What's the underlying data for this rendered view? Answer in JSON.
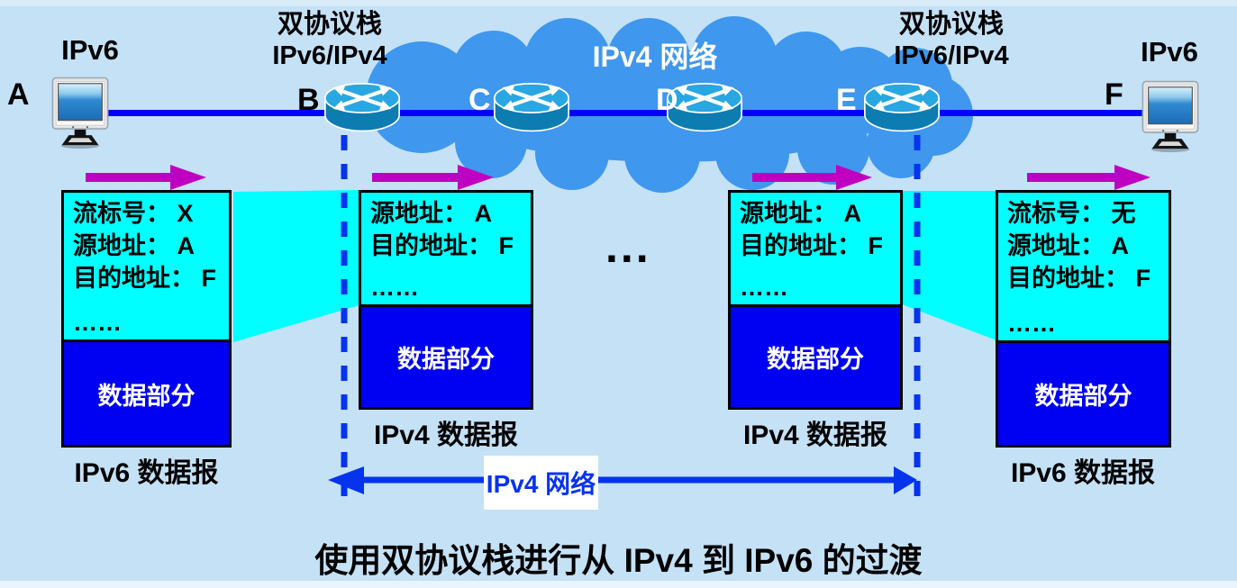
{
  "caption": {
    "text": "使用双协议栈进行从 IPv4 到 IPv6 的过渡"
  },
  "cloud": {
    "label": "IPv4 网络"
  },
  "bottom_span": {
    "label": "IPv4 网络"
  },
  "transit": {
    "ellipsis": "..."
  },
  "nodes": {
    "host_a": {
      "letter": "A",
      "protocol_label": "IPv6"
    },
    "router_b": {
      "letter": "B",
      "label1": "双协议栈",
      "label2": "IPv6/IPv4"
    },
    "router_c": {
      "letter": "C"
    },
    "router_d": {
      "letter": "D"
    },
    "router_e": {
      "letter": "E",
      "label1": "双协议栈",
      "label2": "IPv6/IPv4"
    },
    "host_f": {
      "letter": "F",
      "protocol_label": "IPv6"
    }
  },
  "packets": [
    {
      "lines": [
        "流标号： X",
        "源地址： A",
        "目的地址： F"
      ],
      "dots": "……",
      "data_label": "数据部分",
      "caption": "IPv6 数据报"
    },
    {
      "lines": [
        "源地址： A",
        "目的地址： F"
      ],
      "dots": "……",
      "data_label": "数据部分",
      "caption": "IPv4 数据报"
    },
    {
      "lines": [
        "源地址： A",
        "目的地址： F"
      ],
      "dots": "……",
      "data_label": "数据部分",
      "caption": "IPv4 数据报"
    },
    {
      "lines": [
        "流标号： 无",
        "源地址： A",
        "目的地址： F"
      ],
      "dots": "……",
      "data_label": "数据部分",
      "caption": "IPv6 数据报"
    }
  ],
  "colors": {
    "background": "#c4e1f6",
    "cloud_blue": "#3f97ee",
    "header_cyan": "#00ffff",
    "data_blue": "#0000f2",
    "link_line_blue": "#0000fb",
    "dashed_line_blue": "#0533ee",
    "flow_arrow_magenta": "#c000c0"
  }
}
